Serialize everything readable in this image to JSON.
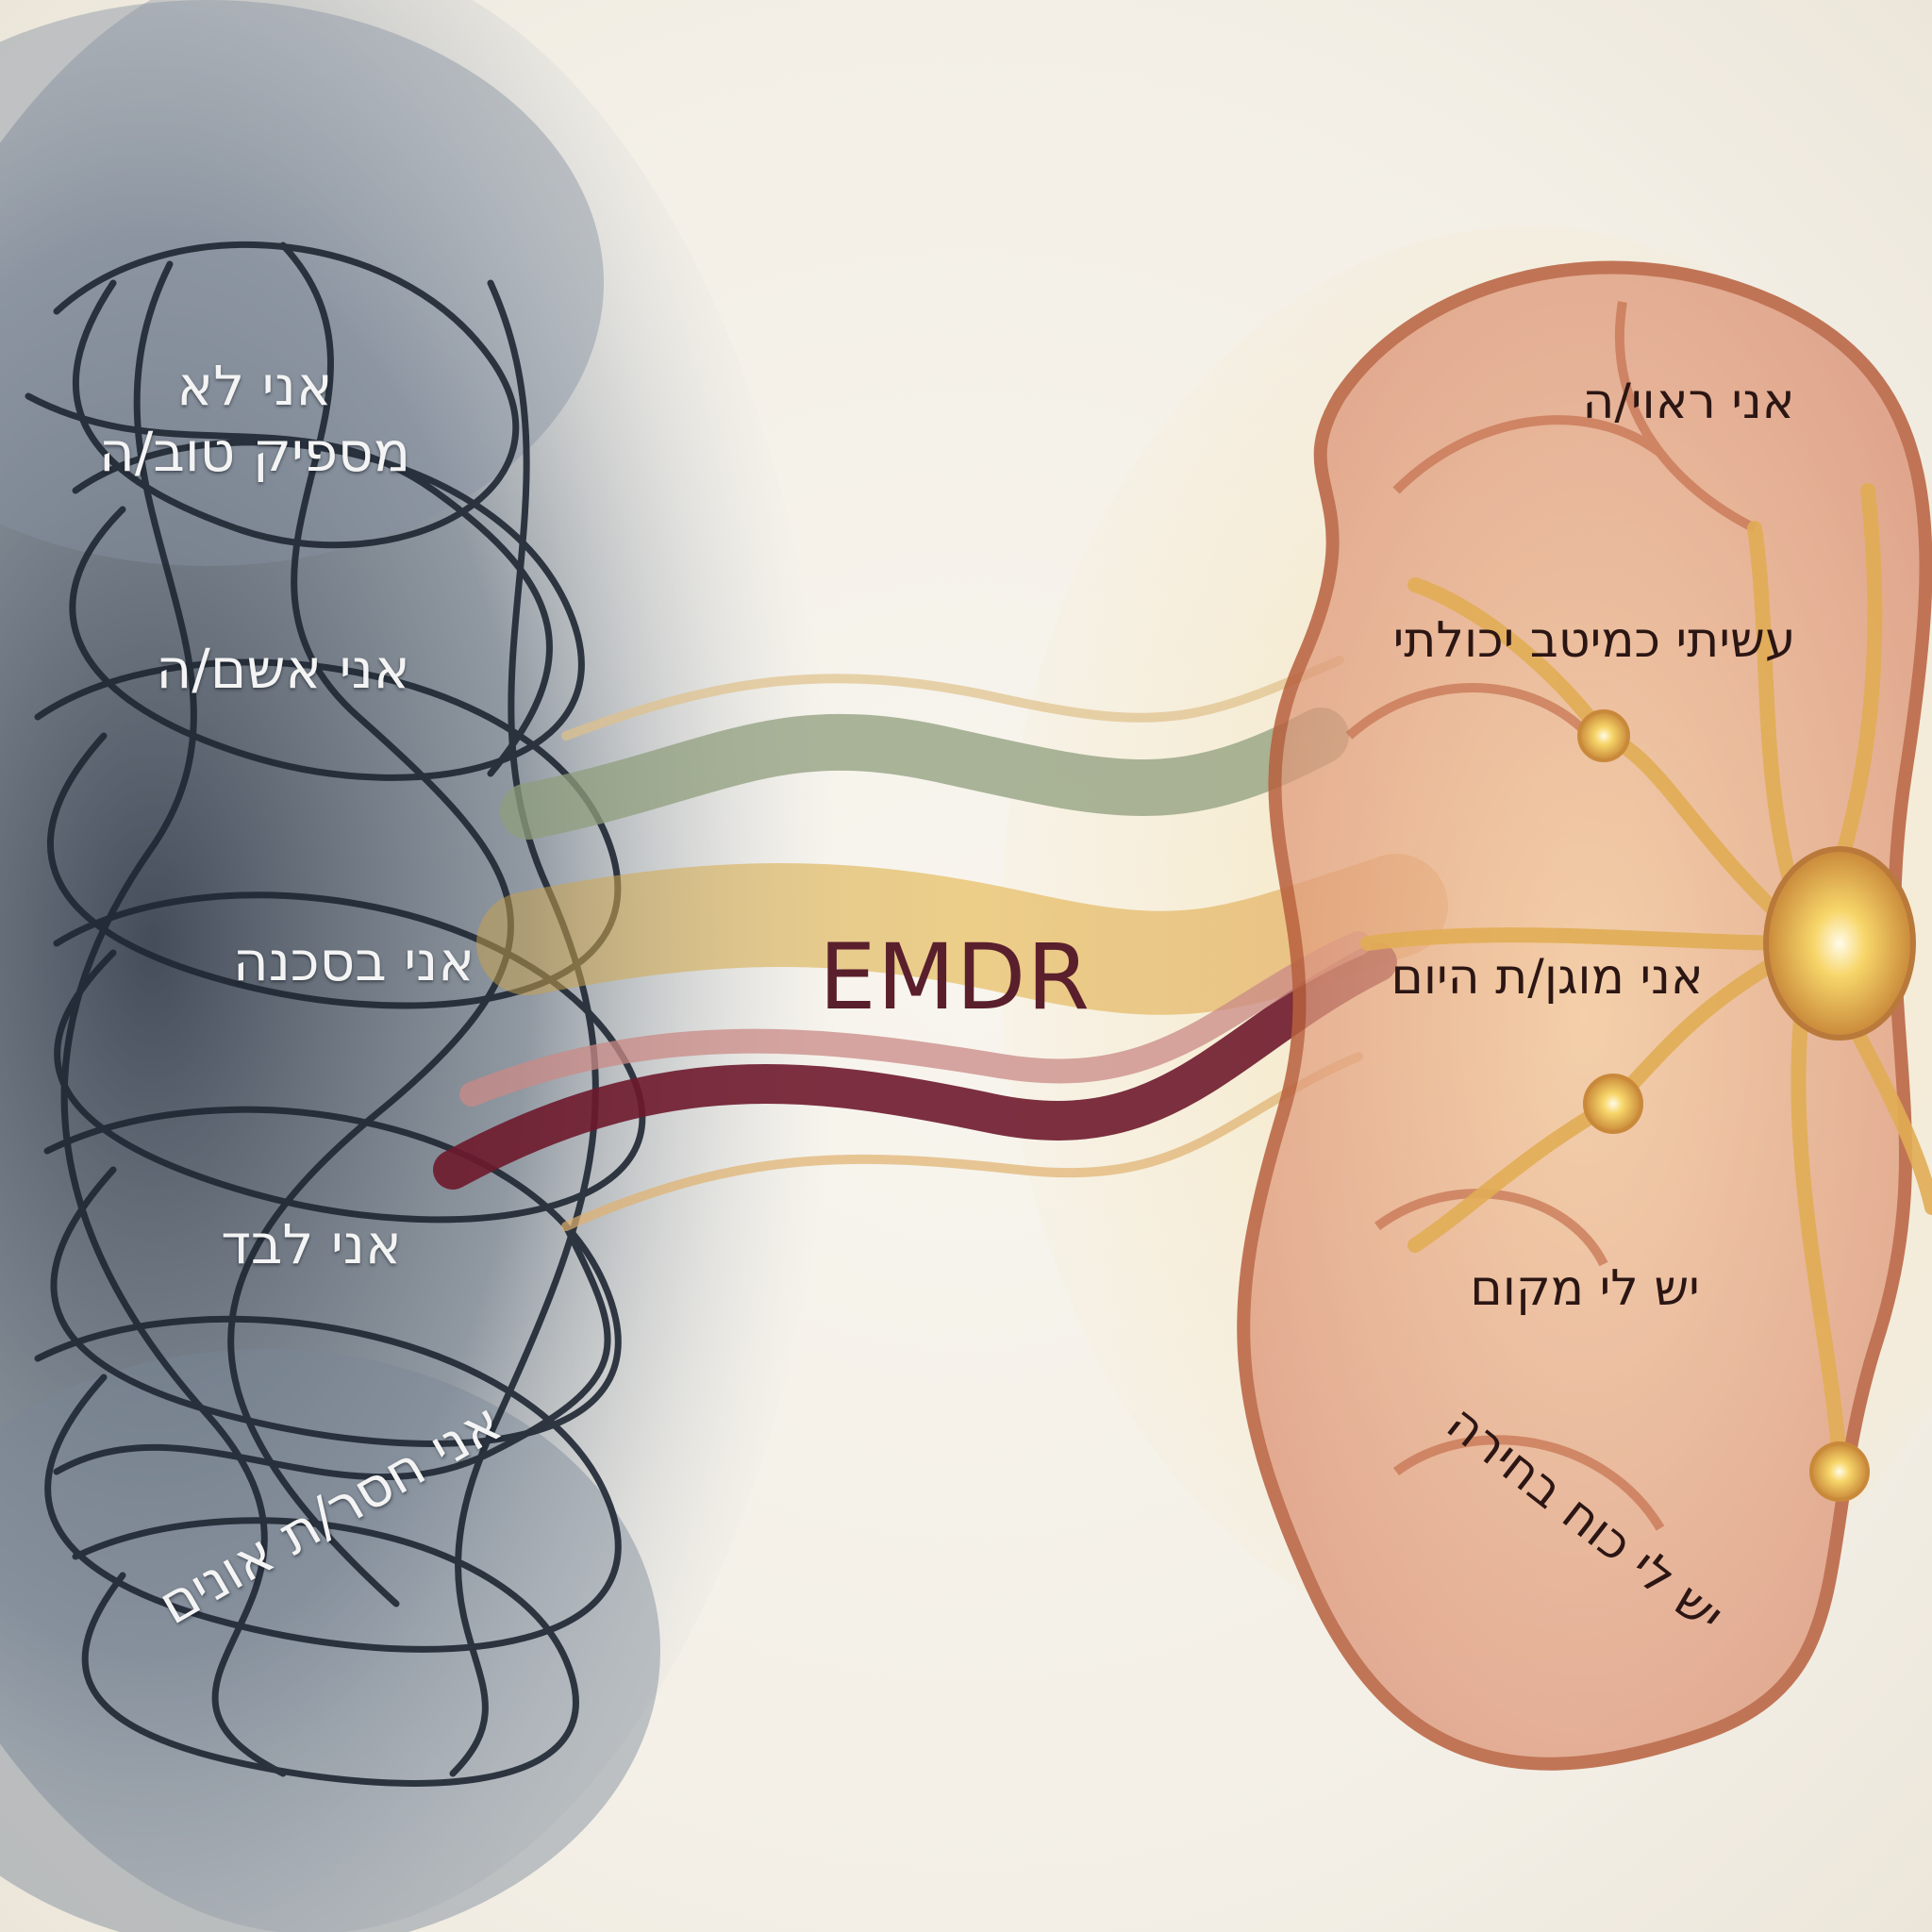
{
  "center_label": "EMDR",
  "negative_beliefs": {
    "colors": {
      "tangle": "#1f2733",
      "wash": "#6f7b8a",
      "text": "#f4f4f4"
    },
    "items": [
      {
        "id": "not-good-enough",
        "line1": "אני לא",
        "line2": "מספיק טוב/ה"
      },
      {
        "id": "guilty",
        "line1": "אני אשם/ה"
      },
      {
        "id": "in-danger",
        "line1": "אני בסכנה"
      },
      {
        "id": "alone",
        "line1": "אני לבד"
      },
      {
        "id": "helpless",
        "line1": "אני חסר/ת אונים"
      }
    ]
  },
  "positive_beliefs": {
    "colors": {
      "network": "#c9755a",
      "glow": "#f2c766",
      "text": "#2b1614"
    },
    "items": [
      {
        "id": "worthy",
        "line1": "אני ראוי/ה"
      },
      {
        "id": "did-my-best",
        "line1": "עשיתי כמיטב יכולתי"
      },
      {
        "id": "safe-today",
        "line1": "אני מוגן/ת היום"
      },
      {
        "id": "have-place",
        "line1": "יש לי מקום"
      },
      {
        "id": "have-choice",
        "line1": "יש לי כוח בחירה"
      }
    ]
  },
  "streams": {
    "colors": {
      "green": "#8f9e7c",
      "gold": "#d9a94a",
      "burgundy": "#6e1a2c",
      "pink": "#c98a86"
    }
  }
}
